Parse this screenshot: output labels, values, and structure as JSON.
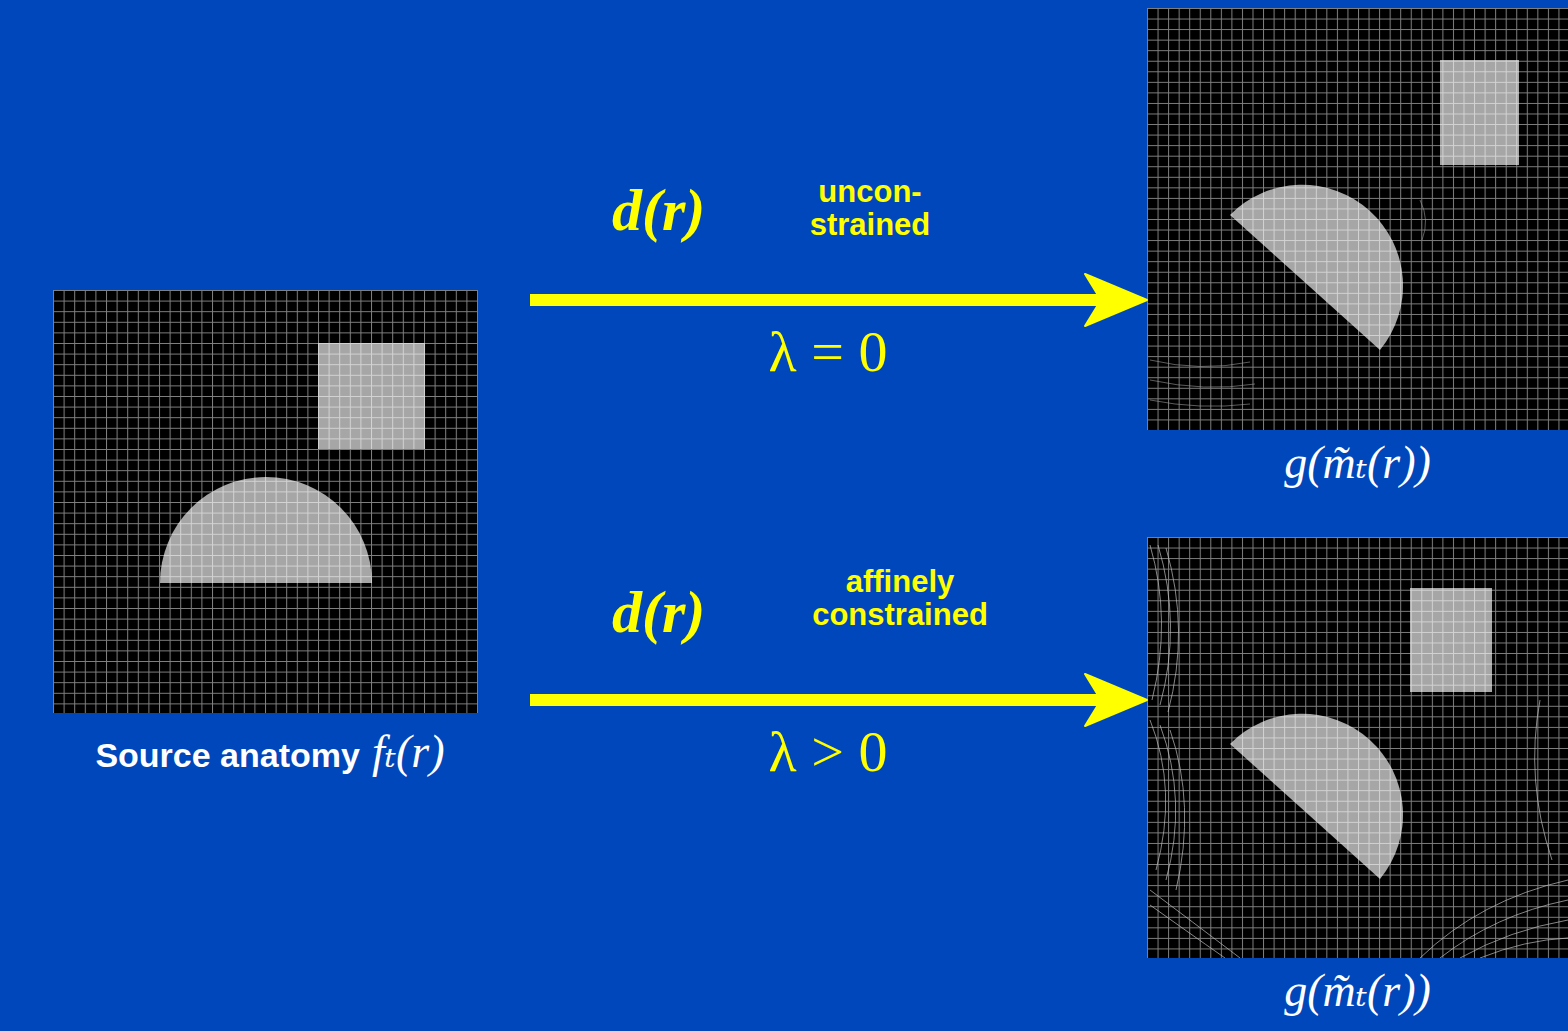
{
  "diagram": {
    "nodes": [
      {
        "text": [
          "Source anatomy",
          "fₜ(r)"
        ]
      },
      {
        "text": [
          "g(m̃ₜ(r))"
        ]
      },
      {
        "text": [
          "g(m̃ₜ(r))"
        ]
      }
    ],
    "edges": [
      {
        "from": 0,
        "to": 1,
        "label": "d(r)",
        "arrow": "to"
      },
      {
        "from": 0,
        "to": 2,
        "label": "d(r)",
        "arrow": "to"
      }
    ],
    "labels": [
      "uncon-strained",
      "λ = 0",
      "affinely constrained",
      "λ > 0"
    ]
  }
}
